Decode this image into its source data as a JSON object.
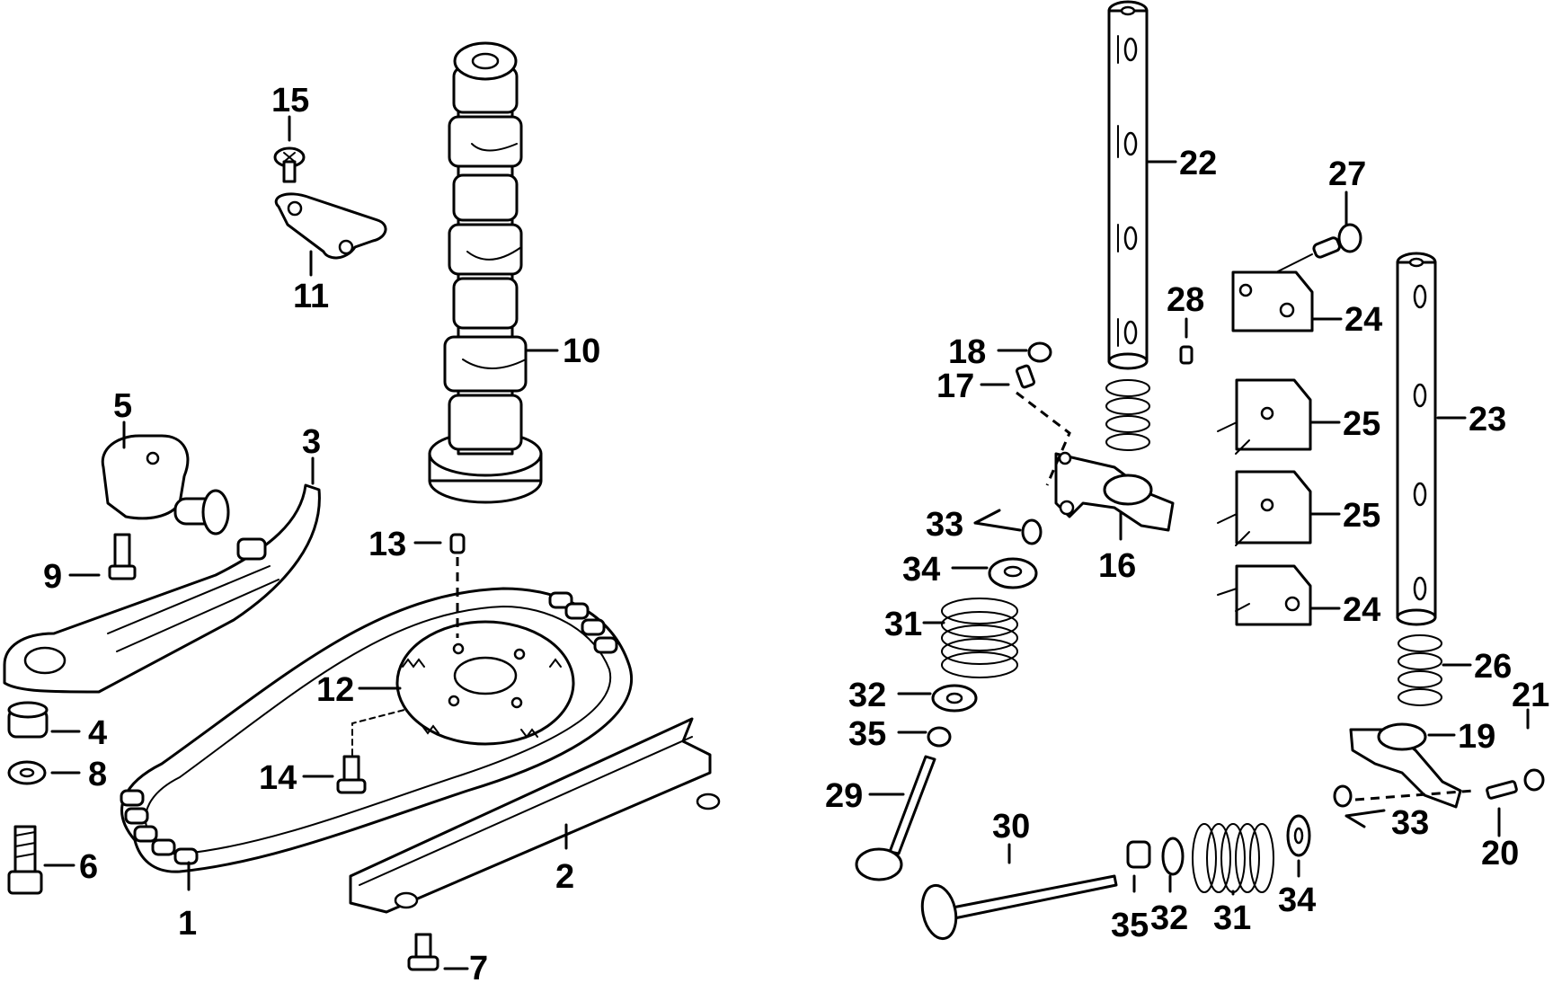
{
  "labels": {
    "p1": "1",
    "p2": "2",
    "p3": "3",
    "p4": "4",
    "p5": "5",
    "p6": "6",
    "p7": "7",
    "p8": "8",
    "p9": "9",
    "p10": "10",
    "p11": "11",
    "p12": "12",
    "p13": "13",
    "p14": "14",
    "p15": "15",
    "p16": "16",
    "p17": "17",
    "p18": "18",
    "p19": "19",
    "p20": "20",
    "p21": "21",
    "p22": "22",
    "p23": "23",
    "p24a": "24",
    "p24b": "24",
    "p25a": "25",
    "p25b": "25",
    "p26": "26",
    "p27": "27",
    "p28": "28",
    "p29": "29",
    "p30": "30",
    "p31a": "31",
    "p31b": "31",
    "p32a": "32",
    "p32b": "32",
    "p33a": "33",
    "p33b": "33",
    "p34a": "34",
    "p34b": "34",
    "p35a": "35",
    "p35b": "35"
  },
  "colors": {
    "line": "#000000",
    "background": "#ffffff"
  }
}
